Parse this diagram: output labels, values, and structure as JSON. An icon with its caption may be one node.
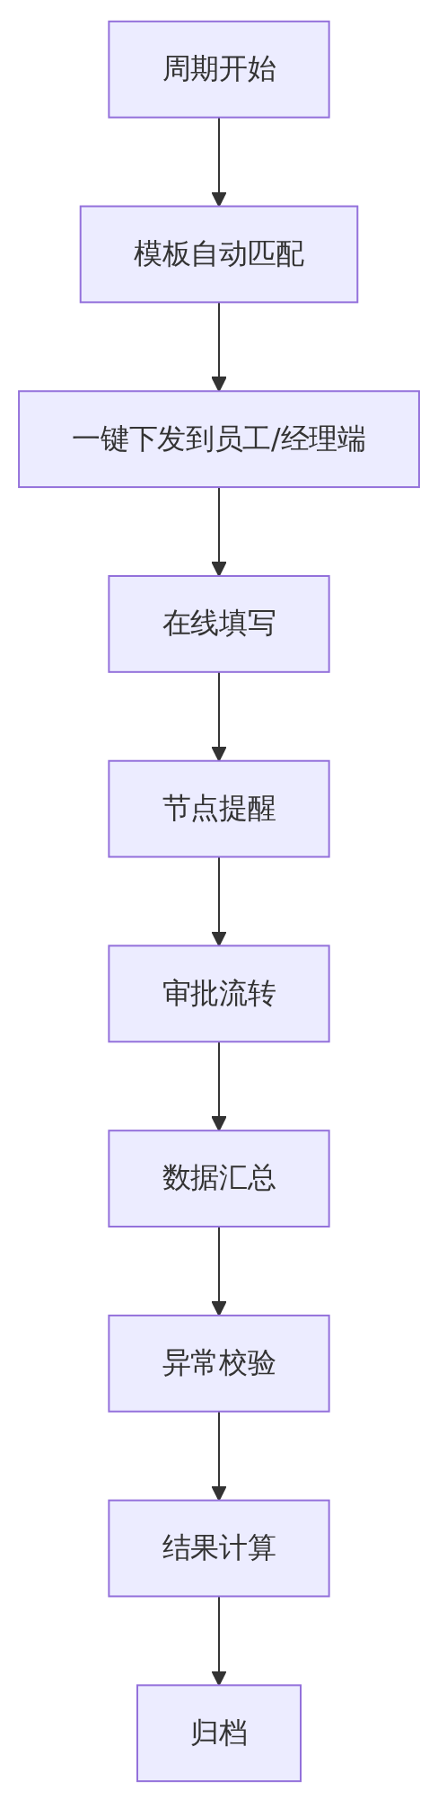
{
  "diagram": {
    "nodes": [
      {
        "text": [
          "周期开始"
        ]
      },
      {
        "text": [
          "模板自动匹配"
        ]
      },
      {
        "text": [
          "一键下发到员工/经理端"
        ]
      },
      {
        "text": [
          "在线填写"
        ]
      },
      {
        "text": [
          "节点提醒"
        ]
      },
      {
        "text": [
          "审批流转"
        ]
      },
      {
        "text": [
          "数据汇总"
        ]
      },
      {
        "text": [
          "异常校验"
        ]
      },
      {
        "text": [
          "结果计算"
        ]
      },
      {
        "text": [
          "归档"
        ]
      }
    ],
    "edges": [
      {
        "from": 0,
        "to": 1,
        "arrow": "to"
      },
      {
        "from": 1,
        "to": 2,
        "arrow": "to"
      },
      {
        "from": 2,
        "to": 3,
        "arrow": "to"
      },
      {
        "from": 3,
        "to": 4,
        "arrow": "to"
      },
      {
        "from": 4,
        "to": 5,
        "arrow": "to"
      },
      {
        "from": 5,
        "to": 6,
        "arrow": "to"
      },
      {
        "from": 6,
        "to": 7,
        "arrow": "to"
      },
      {
        "from": 7,
        "to": 8,
        "arrow": "to"
      },
      {
        "from": 8,
        "to": 9,
        "arrow": "to"
      }
    ]
  }
}
